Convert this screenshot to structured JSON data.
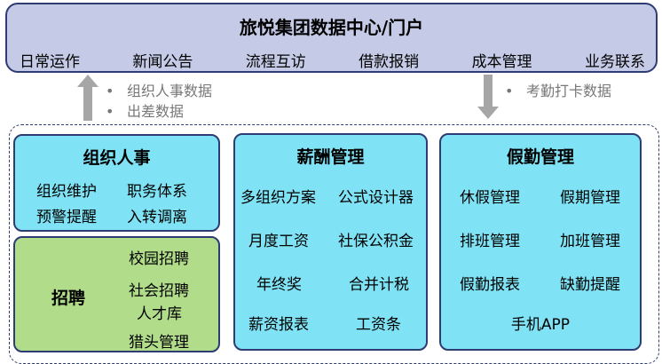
{
  "portal": {
    "title": "旅悦集团数据中心/门户",
    "nav": [
      "日常运作",
      "新闻公告",
      "流程互访",
      "借款报销",
      "成本管理",
      "业务联系"
    ]
  },
  "flows": {
    "up_notes": [
      "组织人事数据",
      "出差数据"
    ],
    "down_notes": [
      "考勤打卡数据"
    ],
    "bullet": "•"
  },
  "modules": {
    "org": {
      "title": "组织人事",
      "items": [
        "组织维护",
        "职务体系",
        "预警提醒",
        "入转调离"
      ]
    },
    "recruit": {
      "title": "招聘",
      "items": [
        "校园招聘",
        "社会招聘",
        "人才库",
        "猎头管理"
      ]
    },
    "payroll": {
      "title": "薪酬管理",
      "items": [
        "多组织方案",
        "公式设计器",
        "月度工资",
        "社保公积金",
        "年终奖",
        "合并计税",
        "薪资报表",
        "工资条"
      ]
    },
    "leave": {
      "title": "假勤管理",
      "items": [
        "休假管理",
        "假期管理",
        "排班管理",
        "加班管理",
        "假勤报表",
        "缺勤提醒",
        "手机APP"
      ]
    }
  },
  "colors": {
    "portal_bg": "#c5cbe7",
    "border": "#2e3c74",
    "module_blue": "#7fe3f5",
    "module_green": "#b1dd8b",
    "arrow_gray": "#a6a6a6"
  }
}
